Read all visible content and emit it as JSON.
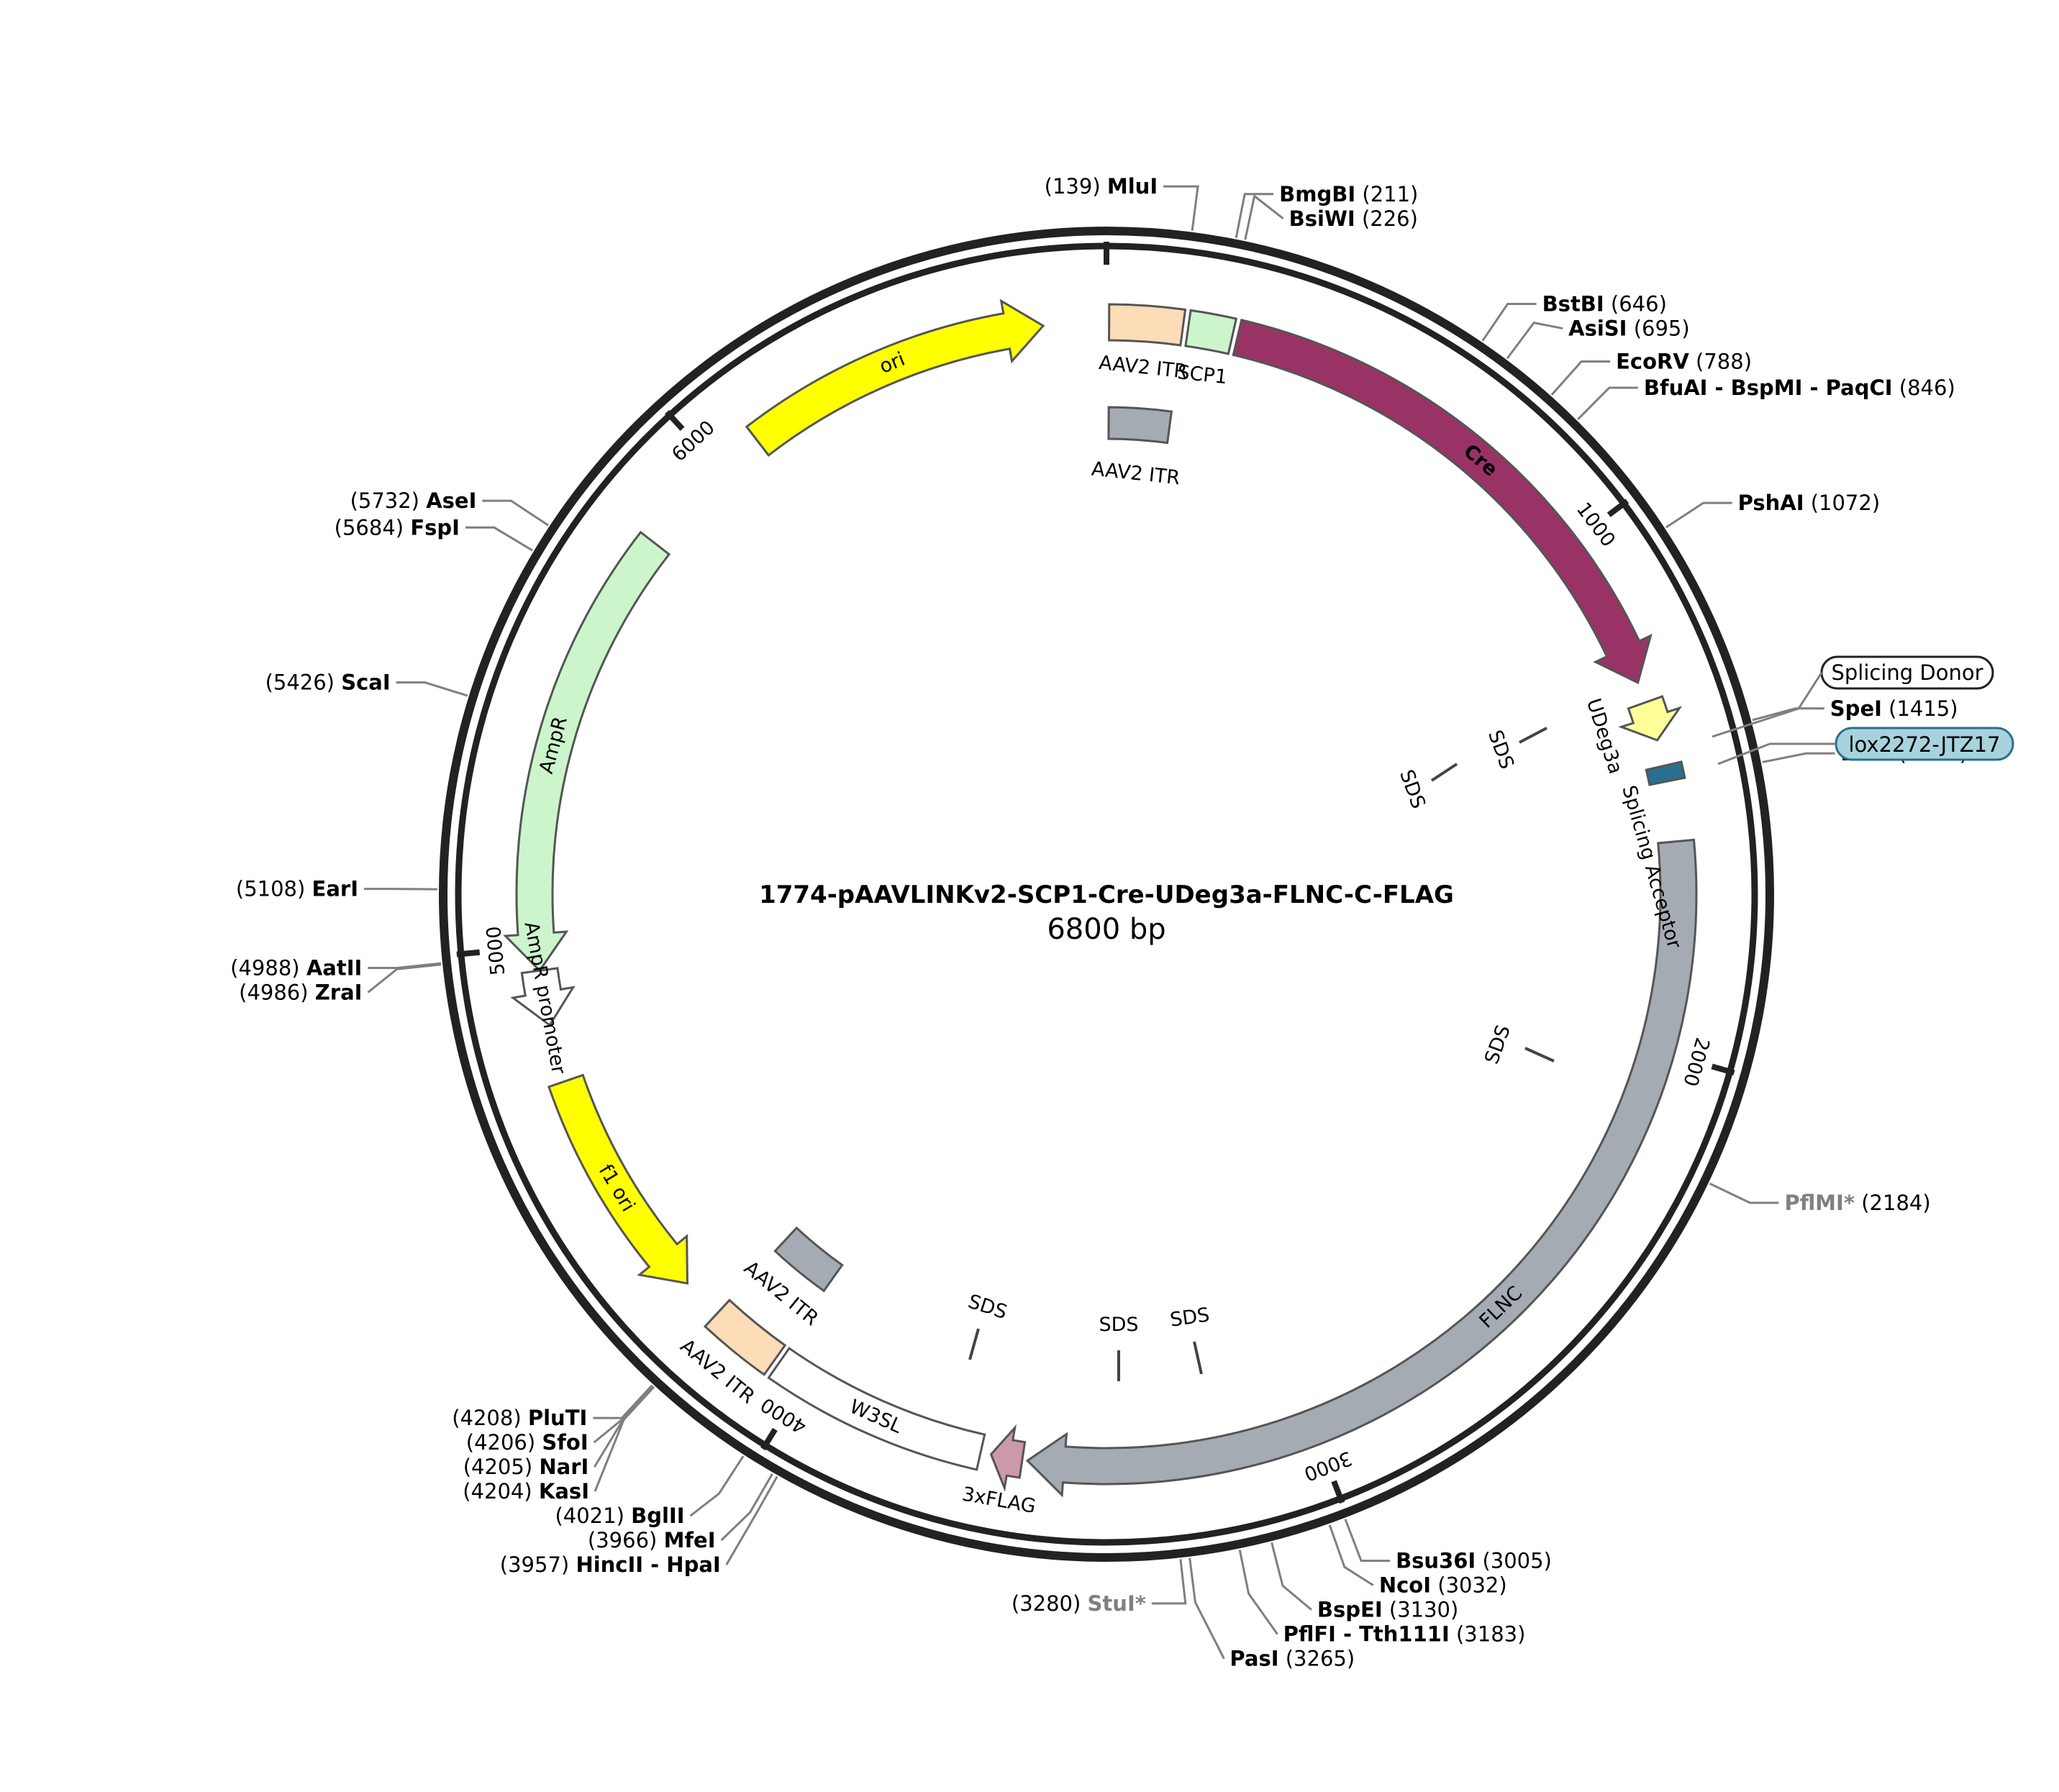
{
  "plasmid": {
    "name": "1774-pAAVLINKv2-SCP1-Cre-UDeg3a-FLNC-C-FLAG",
    "size_label": "6800 bp",
    "length": 6800
  },
  "ticks": [
    {
      "pos": 0,
      "label": ""
    },
    {
      "pos": 1000,
      "label": "1000"
    },
    {
      "pos": 2000,
      "label": "2000"
    },
    {
      "pos": 3000,
      "label": "3000"
    },
    {
      "pos": 4000,
      "label": "4000"
    },
    {
      "pos": 5000,
      "label": "5000"
    },
    {
      "pos": 6000,
      "label": "6000"
    }
  ],
  "features": [
    {
      "name": "AAV2 ITR",
      "start": 5,
      "end": 145,
      "ring": 0,
      "type": "box",
      "color": "#fddcb8",
      "label": "AAV2 ITR",
      "label_style": "outside-below"
    },
    {
      "name": "SCP1",
      "start": 155,
      "end": 240,
      "ring": 0,
      "type": "box",
      "color": "#ccf5cc",
      "label": "SCP1",
      "label_style": "outside-below"
    },
    {
      "name": "Cre",
      "start": 250,
      "end": 1290,
      "ring": 0,
      "type": "arrow-cw",
      "color": "#993366",
      "label": "Cre",
      "label_style": "inside-white"
    },
    {
      "name": "UDeg3a",
      "start": 1330,
      "end": 1405,
      "ring": 0,
      "type": "arrow-cw",
      "color": "#ffff99",
      "label": "UDeg3a",
      "label_style": "below"
    },
    {
      "name": "lox2272-JTZ17",
      "start": 1455,
      "end": 1485,
      "ring": 0,
      "type": "box",
      "color": "#2a6f8f",
      "label": "",
      "label_style": "none"
    },
    {
      "name": "FLNC",
      "start": 1600,
      "end": 3550,
      "ring": 0,
      "type": "arrow-cw",
      "color": "#a5abb3",
      "label": "FLNC",
      "label_style": "inside"
    },
    {
      "name": "3xFLAG",
      "start": 3560,
      "end": 3620,
      "ring": 0,
      "type": "arrow-cw",
      "color": "#cc99aa",
      "label": "3xFLAG",
      "label_style": "above"
    },
    {
      "name": "W3SL",
      "start": 3640,
      "end": 4060,
      "ring": 0,
      "type": "box",
      "color": "#ffffff",
      "label": "W3SL",
      "label_style": "inside"
    },
    {
      "name": "AAV2 ITR",
      "start": 4070,
      "end": 4210,
      "ring": 0,
      "type": "box",
      "color": "#fddcb8",
      "label": "AAV2 ITR",
      "label_style": "inside-above"
    },
    {
      "name": "f1 ori",
      "start": 4290,
      "end": 4740,
      "ring": 0,
      "type": "arrow-ccw",
      "color": "#ffff00",
      "label": "f1 ori",
      "label_style": "inside"
    },
    {
      "name": "AmpR promoter",
      "start": 4850,
      "end": 4955,
      "ring": 0,
      "type": "arrow-ccw",
      "color": "#ffffff",
      "label": "AmpR promoter",
      "label_style": "inside"
    },
    {
      "name": "AmpR",
      "start": 4955,
      "end": 5815,
      "ring": 0,
      "type": "arrow-ccw",
      "color": "#ccf5cc",
      "label": "AmpR",
      "label_style": "inside"
    },
    {
      "name": "ori",
      "start": 6090,
      "end": 6680,
      "ring": 0,
      "type": "arrow-cw",
      "color": "#ffff00",
      "label": "ori",
      "label_style": "inside"
    },
    {
      "name": "AAV2 ITR",
      "start": 5,
      "end": 145,
      "ring": 1,
      "type": "box",
      "color": "#a5abb3",
      "label": "AAV2 ITR",
      "label_style": "below"
    },
    {
      "name": "AAV2 ITR",
      "start": 4070,
      "end": 4210,
      "ring": 1,
      "type": "box",
      "color": "#a5abb3",
      "label": "AAV2 ITR",
      "label_style": "above"
    }
  ],
  "splice_labels": {
    "donor": "Splicing Donor",
    "acceptor": "Splicing Acceptor",
    "lox": "lox2272-JTZ17"
  },
  "sds": [
    {
      "label": "SDS"
    },
    {
      "label": "SDS"
    },
    {
      "label": "SDS"
    },
    {
      "label": "SDS"
    },
    {
      "label": "SDS"
    },
    {
      "label": "SDS"
    }
  ],
  "sites": [
    {
      "pos": 139,
      "text_name": "MluI",
      "text_pos": "(139)",
      "side": "left",
      "grey": false
    },
    {
      "pos": 211,
      "text_name": "BmgBI",
      "text_pos": "(211)",
      "side": "right",
      "grey": false
    },
    {
      "pos": 226,
      "text_name": "BsiWI",
      "text_pos": "(226)",
      "side": "right",
      "grey": false
    },
    {
      "pos": 646,
      "text_name": "BstBI",
      "text_pos": "(646)",
      "side": "right",
      "grey": false
    },
    {
      "pos": 695,
      "text_name": "AsiSI",
      "text_pos": "(695)",
      "side": "right",
      "grey": false
    },
    {
      "pos": 788,
      "text_name": "EcoRV",
      "text_pos": "(788)",
      "side": "right",
      "grey": false
    },
    {
      "pos": 846,
      "text_name": "BfuAI - BspMI - PaqCI",
      "text_pos": "(846)",
      "side": "right",
      "grey": false
    },
    {
      "pos": 1072,
      "text_name": "PshAI",
      "text_pos": "(1072)",
      "side": "right",
      "grey": false
    },
    {
      "pos": 1415,
      "text_name": "SpeI",
      "text_pos": "(1415)",
      "side": "right",
      "grey": false
    },
    {
      "pos": 1485,
      "text_name": "BbsI",
      "text_pos": "(1485)",
      "side": "right",
      "grey": false
    },
    {
      "pos": 2184,
      "text_name": "PflMI*",
      "text_pos": "(2184)",
      "side": "right",
      "grey": true
    },
    {
      "pos": 3005,
      "text_name": "Bsu36I",
      "text_pos": "(3005)",
      "side": "right",
      "grey": false
    },
    {
      "pos": 3032,
      "text_name": "NcoI",
      "text_pos": "(3032)",
      "side": "right",
      "grey": false
    },
    {
      "pos": 3130,
      "text_name": "BspEI",
      "text_pos": "(3130)",
      "side": "right",
      "grey": false
    },
    {
      "pos": 3183,
      "text_name": "PflFI - Tth111I",
      "text_pos": "(3183)",
      "side": "right",
      "grey": false
    },
    {
      "pos": 3265,
      "text_name": "PasI",
      "text_pos": "(3265)",
      "side": "right",
      "grey": false
    },
    {
      "pos": 3280,
      "text_name": "StuI*",
      "text_pos": "(3280)",
      "side": "left",
      "grey": true
    },
    {
      "pos": 3957,
      "text_name": "HincII - HpaI",
      "text_pos": "(3957)",
      "side": "left",
      "grey": false
    },
    {
      "pos": 3966,
      "text_name": "MfeI",
      "text_pos": "(3966)",
      "side": "left",
      "grey": false
    },
    {
      "pos": 4021,
      "text_name": "BglII",
      "text_pos": "(4021)",
      "side": "left",
      "grey": false
    },
    {
      "pos": 4204,
      "text_name": "KasI",
      "text_pos": "(4204)",
      "side": "left",
      "grey": false
    },
    {
      "pos": 4205,
      "text_name": "NarI",
      "text_pos": "(4205)",
      "side": "left",
      "grey": false
    },
    {
      "pos": 4206,
      "text_name": "SfoI",
      "text_pos": "(4206)",
      "side": "left",
      "grey": false
    },
    {
      "pos": 4208,
      "text_name": "PluTI",
      "text_pos": "(4208)",
      "side": "left",
      "grey": false
    },
    {
      "pos": 4986,
      "text_name": "ZraI",
      "text_pos": "(4986)",
      "side": "left",
      "grey": false
    },
    {
      "pos": 4988,
      "text_name": "AatII",
      "text_pos": "(4988)",
      "side": "left",
      "grey": false
    },
    {
      "pos": 5108,
      "text_name": "EarI",
      "text_pos": "(5108)",
      "side": "left",
      "grey": false
    },
    {
      "pos": 5426,
      "text_name": "ScaI",
      "text_pos": "(5426)",
      "side": "left",
      "grey": false
    },
    {
      "pos": 5684,
      "text_name": "FspI",
      "text_pos": "(5684)",
      "side": "left",
      "grey": false
    },
    {
      "pos": 5732,
      "text_name": "AseI",
      "text_pos": "(5732)",
      "side": "left",
      "grey": false
    }
  ],
  "colors": {
    "backbone": "#222222",
    "leader": "#7f7f7f",
    "lox_badge": "#a7d3dd"
  }
}
